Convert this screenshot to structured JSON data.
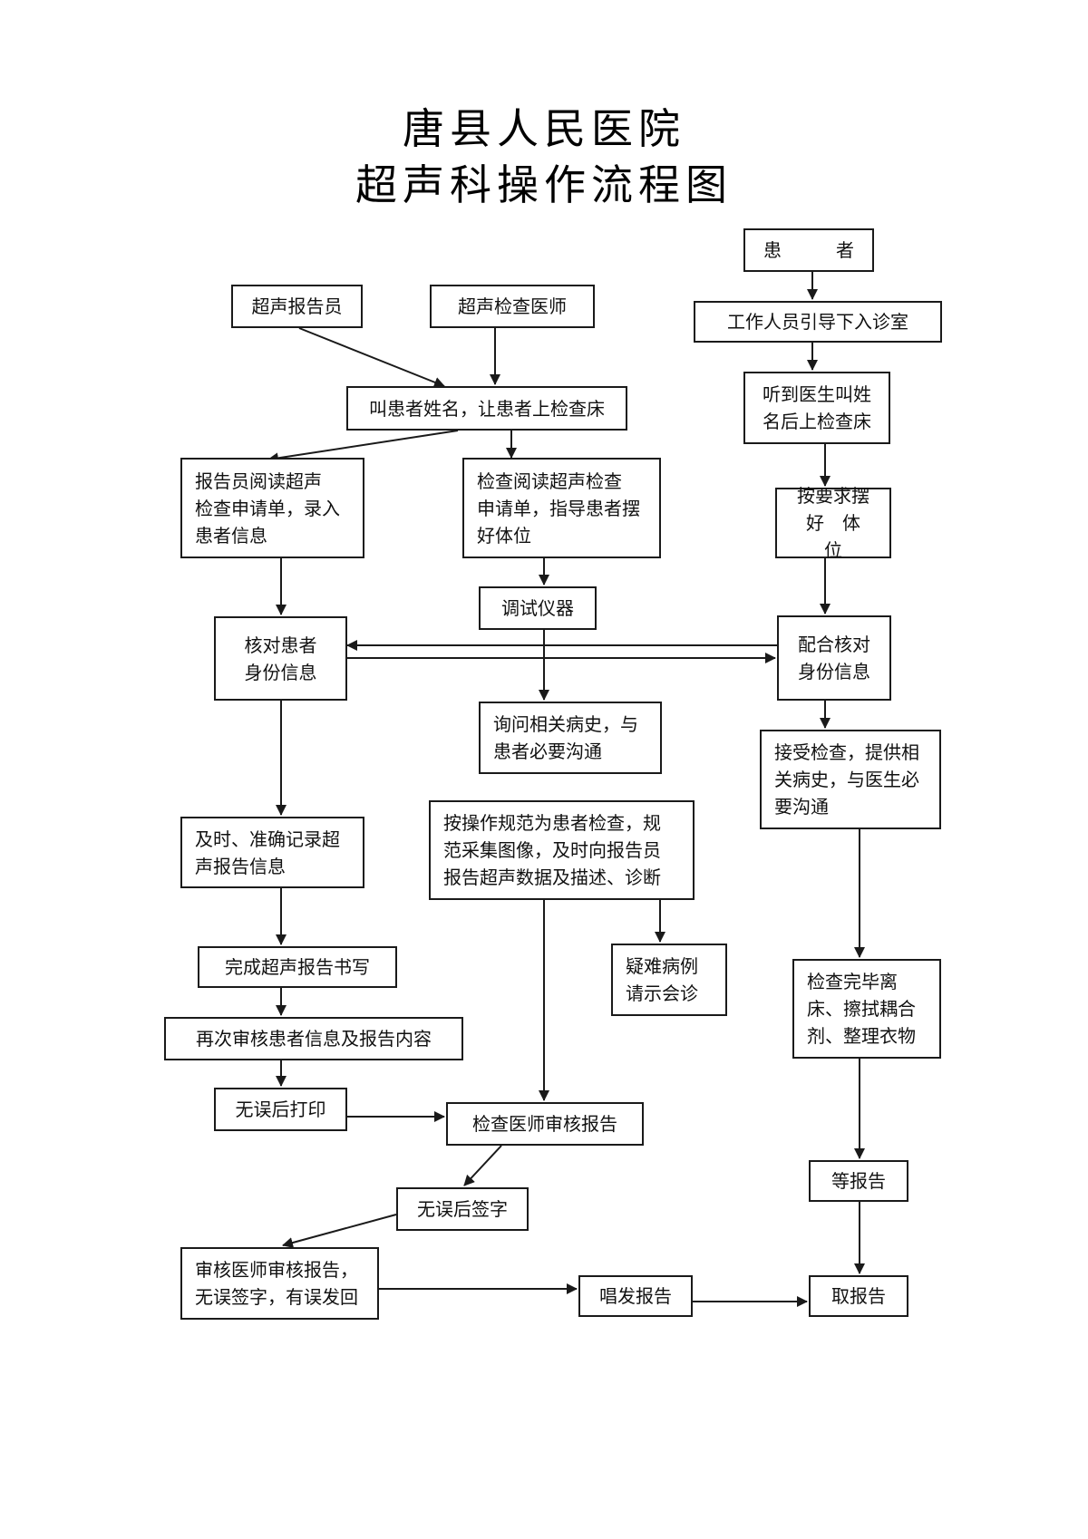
{
  "title": {
    "hospital": "唐县人民医院",
    "chart": "超声科操作流程图"
  },
  "nodes": {
    "patient": "患　　　者",
    "staff_guide": "工作人员引导下入诊室",
    "hear_name": "听到医生叫姓\n名后上检查床",
    "position_req": "按要求摆\n好　体　位",
    "cooperate_verify": "配合核对\n身份信息",
    "accept_exam": "接受检查，提供相\n关病史，与医生必\n要沟通",
    "exam_done": "检查完毕离\n床、擦拭耦合\n剂、整理衣物",
    "wait_report": "等报告",
    "get_report": "取报告",
    "reporter": "超声报告员",
    "exam_doctor": "超声检查医师",
    "call_patient": "叫患者姓名，让患者上检查床",
    "reporter_read": "报告员阅读超声\n检查申请单，录入\n患者信息",
    "doctor_read": "检查阅读超声检查\n申请单，指导患者摆\n好体位",
    "debug_instrument": "调试仪器",
    "verify_identity": "核对患者\n身份信息",
    "ask_history": "询问相关病史，与\n患者必要沟通",
    "record_info": "及时、准确记录超\n声报告信息",
    "standard_exam": "按操作规范为患者检查，规\n范采集图像，及时向报告员\n报告超声数据及描述、诊断",
    "difficult_case": "疑难病例\n请示会诊",
    "complete_report": "完成超声报告书写",
    "recheck": "再次审核患者信息及报告内容",
    "print": "无误后打印",
    "doctor_review": "检查医师审核报告",
    "sign": "无误后签字",
    "reviewer": "审核医师审核报告，\n无误签字，有误发回",
    "announce": "唱发报告"
  }
}
